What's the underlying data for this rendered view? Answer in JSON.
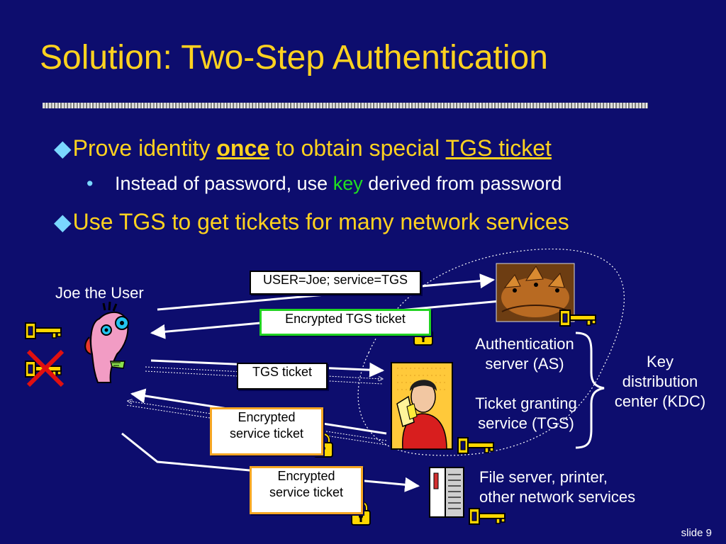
{
  "slide": {
    "title": "Solution: Two-Step Authentication",
    "bullet1": {
      "pre": "Prove identity ",
      "em1": "once",
      "mid": " to obtain special ",
      "em2": "TGS ticket"
    },
    "bullet2": {
      "pre": "Instead of password, use ",
      "em": "key",
      "post": " derived from password"
    },
    "bullet3": "Use TGS to get tickets for many network services",
    "footer": "slide 9"
  },
  "diagram": {
    "user_label": "Joe the User",
    "msg_request": "USER=Joe; service=TGS",
    "msg_tgs_encrypted": "Encrypted TGS ticket",
    "msg_tgs_ticket": "TGS ticket",
    "msg_service_1": [
      "Encrypted",
      "service ticket"
    ],
    "msg_service_2": [
      "Encrypted",
      "service ticket"
    ],
    "as_label": [
      "Authentication",
      "server (AS)"
    ],
    "tgs_label": [
      "Ticket granting",
      "service (TGS)"
    ],
    "kdc_label": [
      "Key",
      "distribution",
      "center (KDC)"
    ],
    "services_label": [
      "File server, printer,",
      "other network services"
    ]
  },
  "colors": {
    "background": "#0d0d6e",
    "title": "#ffd21f",
    "accent": "#7ad7ff",
    "key_text": "#20e020",
    "box_highlight": "#21d321",
    "box_orange": "#f5a623",
    "key_icon": "#ffd700"
  },
  "icons": [
    "key-icon",
    "padlock-icon",
    "cross-mark-icon",
    "user-face-icon",
    "cerberus-icon",
    "tgs-person-icon",
    "server-icon",
    "brace-icon"
  ]
}
